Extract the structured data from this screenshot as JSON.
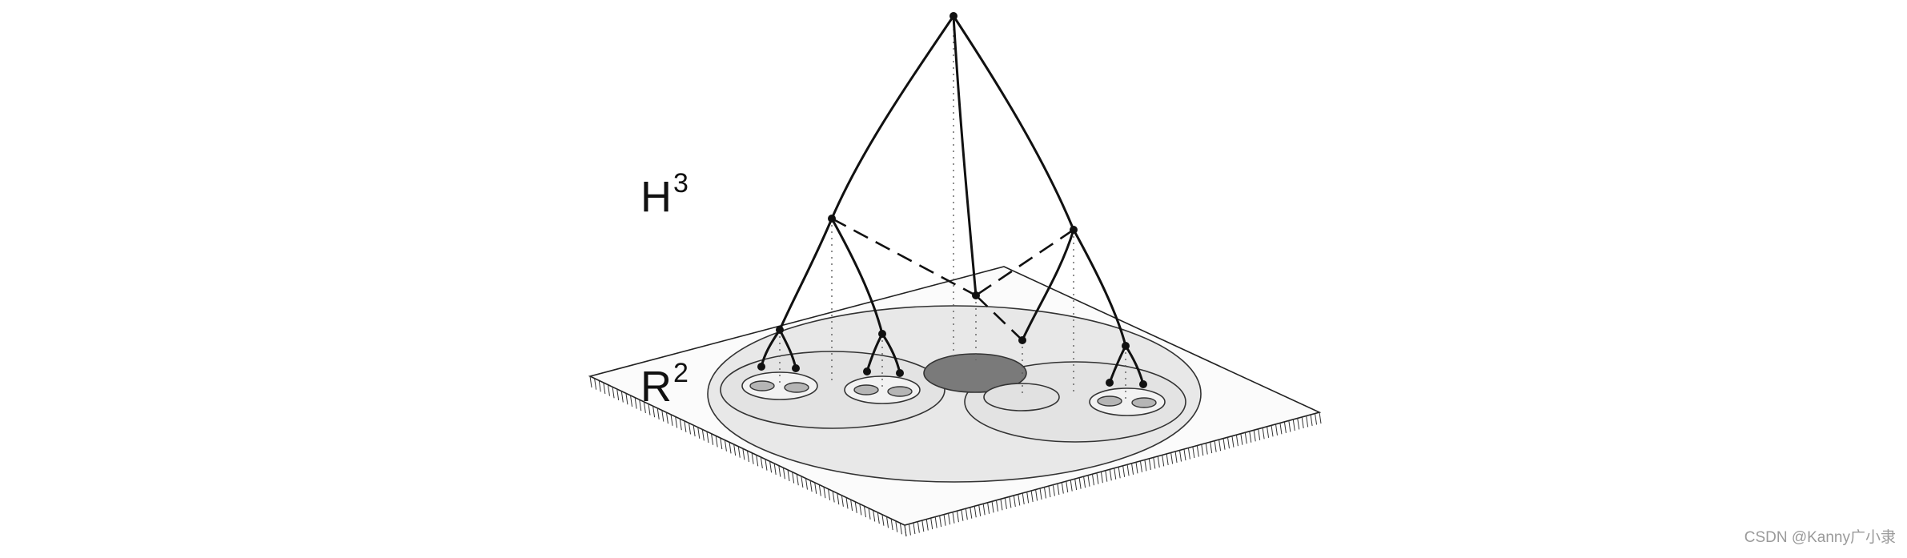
{
  "labels": {
    "h_base": "H",
    "h_exp": "3",
    "r_base": "R",
    "r_exp": "2"
  },
  "watermark": "CSDN @Kanny广小隶"
}
